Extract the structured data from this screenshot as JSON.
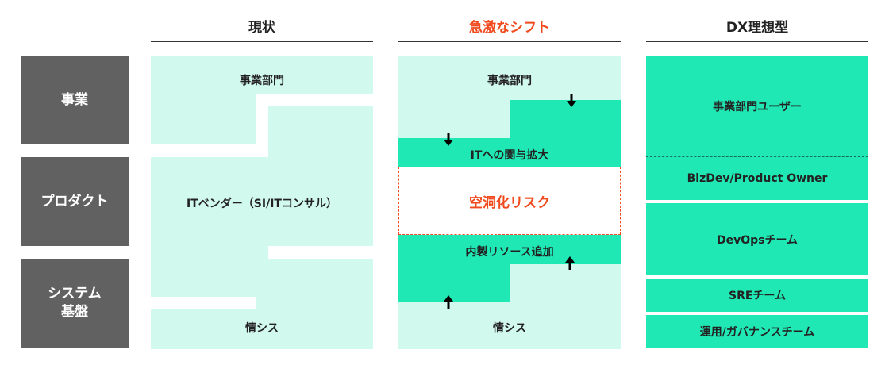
{
  "columns": {
    "current": "現状",
    "shift": "急激なシフト",
    "ideal": "DX理想型"
  },
  "rows": {
    "business": "事業",
    "product": "プロダクト",
    "system": "システム\n基盤"
  },
  "current_col": {
    "business": "事業部門",
    "vendor": "ITベンダー（SI/ITコンサル）",
    "it_dept": "情シス"
  },
  "shift_col": {
    "business": "事業部門",
    "expansion": "ITへの関与拡大",
    "hollow": "空洞化リスク",
    "inhouse": "内製リソース追加",
    "it_dept": "情シス"
  },
  "ideal_col": {
    "user": "事業部門ユーザー",
    "bizdev": "BizDev/Product Owner",
    "devops": "DevOpsチーム",
    "sre": "SREチーム",
    "ops": "運用/ガバナンスチーム"
  },
  "colors": {
    "light_mint": "#d2f9ee",
    "mint": "#20e8b4",
    "row_gray": "#616161",
    "accent_red": "#f04a1d"
  },
  "icons": [
    "arrow-down-icon",
    "arrow-up-icon"
  ]
}
